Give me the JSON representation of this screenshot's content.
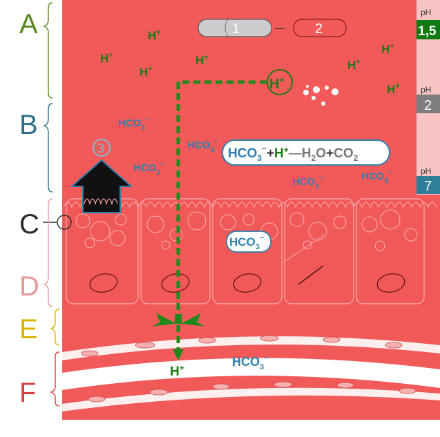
{
  "colors": {
    "tissue": "#f25a5a",
    "bracket_a": "#5a8a1e",
    "bracket_b": "#2e6f86",
    "bracket_c": "#2a2a2a",
    "bracket_d": "#e59a9a",
    "bracket_e": "#d9b400",
    "bracket_f": "#d94040",
    "proton": "#1d7a12",
    "bicarbonate": "#2f7fae",
    "ph_acid": "#0e7a12",
    "ph_mid": "#7d7d7d",
    "ph_neutral": "#2f7f98"
  },
  "regions": [
    {
      "letter": "A"
    },
    {
      "letter": "B"
    },
    {
      "letter": "C"
    },
    {
      "letter": "D"
    },
    {
      "letter": "E"
    },
    {
      "letter": "F"
    }
  ],
  "ph_scale": [
    {
      "label": "pH",
      "value": "1,5"
    },
    {
      "label": "pH",
      "value": "2"
    },
    {
      "label": "pH",
      "value": "7"
    }
  ],
  "legend_pill": {
    "one": "1",
    "two": "2",
    "dash": "—"
  },
  "marker_three": "3",
  "lumen_protons": [
    "H+",
    "H+",
    "H+",
    "H+",
    "H+",
    "H+",
    "H+"
  ],
  "circled_proton": "H+",
  "bicarbonate_labels": [
    "HCO3−",
    "HCO3−",
    "HCO3−",
    "HCO3−",
    "HCO3−"
  ],
  "equation": {
    "hco3": "HCO3−",
    "plus1": "+",
    "h": "H+",
    "dash": "—",
    "h2o": "H2O",
    "plus2": "+",
    "co2": "CO2"
  },
  "cell_bicarbonate": "HCO3−",
  "bottom_proton": "H+",
  "bottom_bicarbonate": "HCO3−",
  "text_parts": {
    "hco": "HCO",
    "three": "3",
    "minus": "−",
    "h": "H",
    "plus": "+",
    "two": "2",
    "o": "O",
    "co": "CO"
  }
}
